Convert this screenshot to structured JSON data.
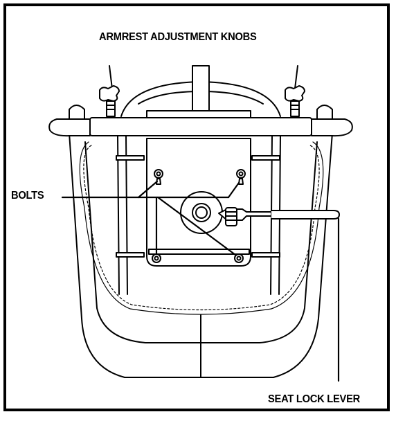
{
  "labels": {
    "armrest_knobs": "ARMREST ADJUSTMENT KNOBS",
    "bolts": "BOLTS",
    "seat_lock_lever": "SEAT LOCK LEVER"
  },
  "colors": {
    "line": "#000000",
    "background": "#ffffff"
  }
}
